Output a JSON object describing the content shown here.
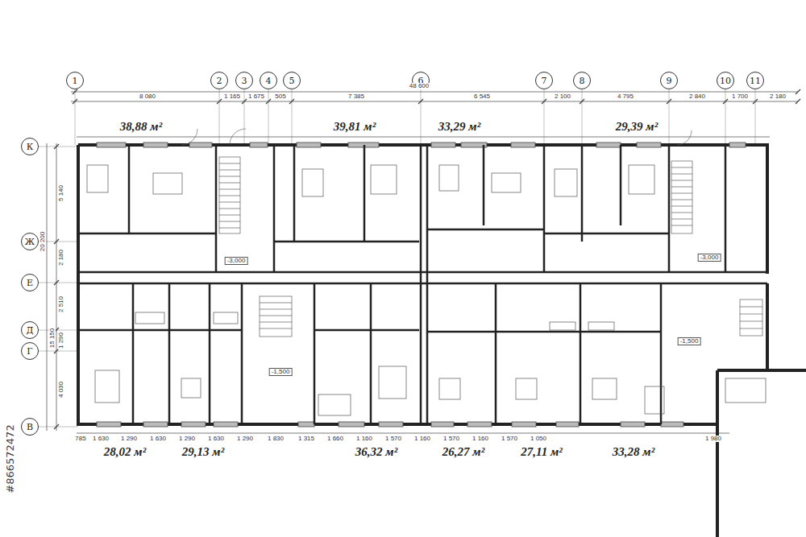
{
  "diagram": {
    "nodes": [
      {
        "text": [
          "1"
        ]
      },
      {
        "text": [
          "2"
        ]
      },
      {
        "text": [
          "3"
        ]
      },
      {
        "text": [
          "4"
        ]
      },
      {
        "text": [
          "5"
        ]
      },
      {
        "text": [
          "6"
        ]
      },
      {
        "text": [
          "7"
        ]
      },
      {
        "text": [
          "8"
        ]
      },
      {
        "text": [
          "9"
        ]
      },
      {
        "text": [
          "10"
        ]
      },
      {
        "text": [
          "11"
        ]
      },
      {
        "text": [
          "К"
        ]
      },
      {
        "text": [
          "Ж"
        ]
      },
      {
        "text": [
          "Е"
        ]
      },
      {
        "text": [
          "Д"
        ]
      },
      {
        "text": [
          "Г"
        ]
      },
      {
        "text": [
          "В"
        ]
      }
    ],
    "labels": [
      "48 600",
      "8 080",
      "1 165",
      "1 675",
      "505",
      "7 385",
      "6 545",
      "2 100",
      "4 795",
      "2 840",
      "1 700",
      "2 180",
      "38,88 м²",
      "39,81 м²",
      "33,29 м²",
      "29,39 м²",
      "28,02 м²",
      "29,13 м²",
      "36,32 м²",
      "26,27 м²",
      "27,11 м²",
      "33,28 м²",
      "5 140",
      "2 180",
      "2 510",
      "1 290",
      "4 030",
      "20 200",
      "15 150",
      "-3,000",
      "-3,000",
      "-1,500",
      "-1,500",
      "785",
      "1 630",
      "1 290",
      "1 630",
      "1 290",
      "1 630",
      "1 290",
      "1 830",
      "1 315",
      "1 660",
      "1 160",
      "1 570",
      "1 160",
      "1 570",
      "1 160",
      "1 570",
      "1 050",
      "1 980",
      "#866572472"
    ]
  }
}
